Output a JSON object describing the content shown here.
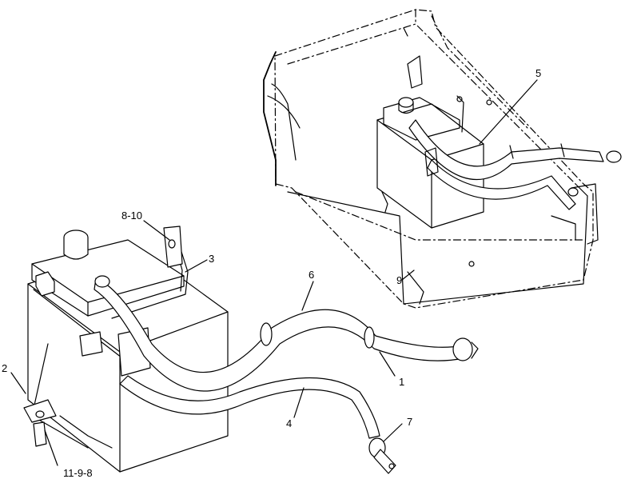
{
  "callouts": {
    "c1": "1",
    "c2": "2",
    "c3": "3",
    "c4": "4",
    "c5": "5",
    "c6": "6",
    "c7": "7",
    "c8": "8-10",
    "c9": "9",
    "c11": "11-9-8"
  }
}
